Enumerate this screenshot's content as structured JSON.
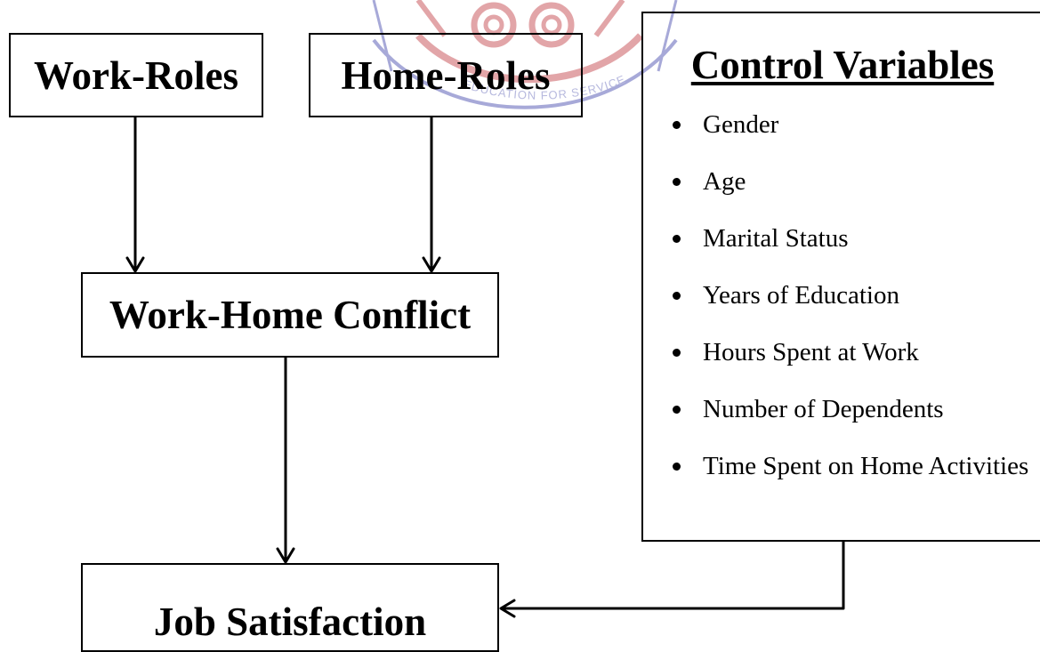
{
  "watermark": {
    "text": "EDUCATION FOR SERVICE",
    "colors": {
      "red": "#e2a5a8",
      "blue": "#a7a9d8"
    }
  },
  "nodes": {
    "work_roles": "Work-Roles",
    "home_roles": "Home-Roles",
    "conflict": "Work-Home Conflict",
    "job_satisfaction": "Job Satisfaction"
  },
  "control": {
    "title": "Control Variables",
    "items": [
      "Gender",
      "Age",
      "Marital Status",
      "Years of Education",
      "Hours Spent at Work",
      "Number of Dependents",
      "Time Spent on Home Activities"
    ]
  },
  "edges": [
    {
      "from": "Work-Roles",
      "to": "Work-Home Conflict"
    },
    {
      "from": "Home-Roles",
      "to": "Work-Home Conflict"
    },
    {
      "from": "Work-Home Conflict",
      "to": "Job Satisfaction"
    },
    {
      "from": "Control Variables",
      "to": "Job Satisfaction"
    }
  ]
}
